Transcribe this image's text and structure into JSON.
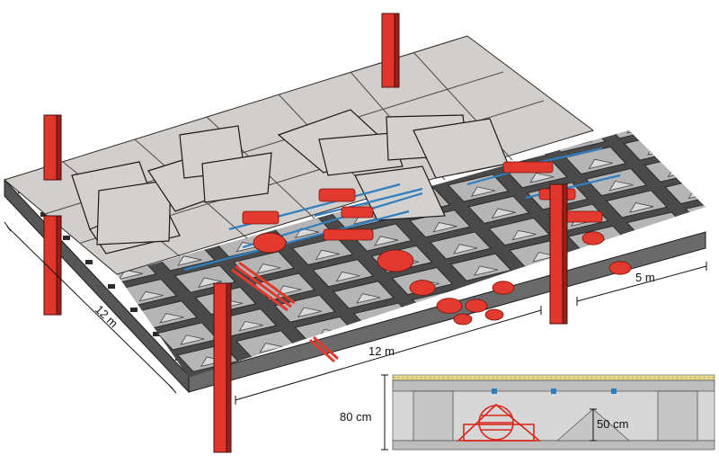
{
  "dimensions": {
    "length_left": "12 m",
    "length_front": "12 m",
    "span_right": "5 m"
  },
  "section": {
    "height_total": "80 cm",
    "height_cavity": "50 cm"
  },
  "colors": {
    "structure": "#3a3a3a",
    "structure_light": "#8a8a8a",
    "tiles": "#cfcbc9",
    "cavity": "#b9b9b9",
    "columns": "#e0362c",
    "pipes_red": "#e23a2e",
    "pipes_blue": "#2f7fc0",
    "screed": "#e6dc8c"
  }
}
